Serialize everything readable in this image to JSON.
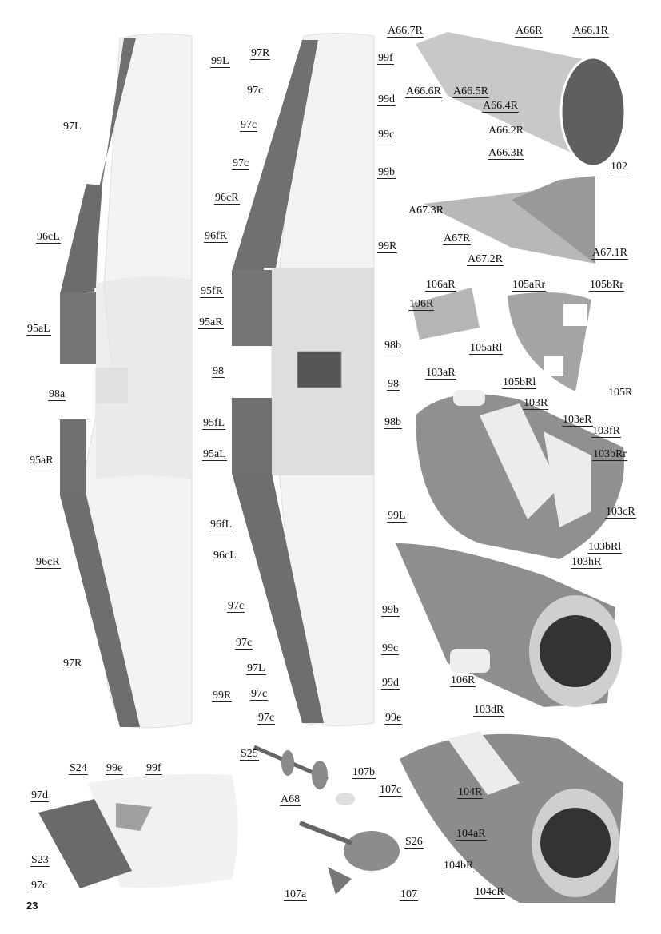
{
  "page_number": "23",
  "colors": {
    "dark_part": "#6f6f6f",
    "light_part": "#f1f1f1",
    "mid_part": "#bdbdbd"
  },
  "labels": {
    "left_wing": [
      "99L",
      "97L",
      "96cL",
      "95aL",
      "98",
      "98a",
      "95aR",
      "96cR",
      "97R",
      "99R"
    ],
    "middle_wing": [
      "97R",
      "99f",
      "97c",
      "99d",
      "97c",
      "99c",
      "97c",
      "99b",
      "96cR",
      "96fR",
      "99R",
      "95fR",
      "95aR",
      "98b",
      "98",
      "98b",
      "95fL",
      "95aL",
      "99L",
      "96fL",
      "96cL",
      "97c",
      "99b",
      "97c",
      "99c",
      "97L",
      "99d",
      "97c",
      "99e",
      "97c"
    ],
    "a66_frame": [
      "A66.7R",
      "A66R",
      "A66.1R",
      "A66.6R",
      "A66.5R",
      "A66.4R",
      "A66.2R",
      "A66.3R",
      "102"
    ],
    "a67_frame": [
      "A67.3R",
      "A67R",
      "A67.2R",
      "A67.1R"
    ],
    "nacelle_parts": [
      "106aR",
      "105aRr",
      "105bRr",
      "106R",
      "105aRl",
      "105bRl",
      "105R"
    ],
    "engine_103": [
      "103aR",
      "103R",
      "103eR",
      "103fR",
      "103bRr",
      "103cR",
      "103bRl",
      "103hR"
    ],
    "engine_assembled": [
      "106R",
      "103dR"
    ],
    "tail_detail": [
      "S24",
      "99e",
      "99f",
      "97d",
      "S23",
      "97c"
    ],
    "axle": [
      "S25",
      "A68"
    ],
    "gear_107": [
      "107b",
      "107c",
      "S26",
      "107a",
      "107"
    ],
    "engine_104": [
      "104R",
      "104aR",
      "104bR",
      "104cR"
    ]
  }
}
